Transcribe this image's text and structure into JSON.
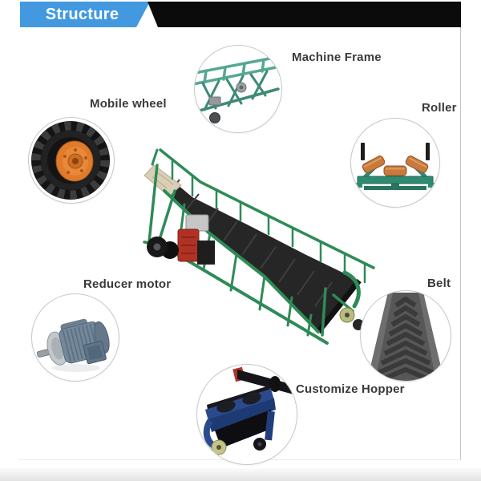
{
  "header": {
    "title": "Structure"
  },
  "callouts": [
    {
      "id": "machine-frame",
      "label": "Machine Frame",
      "position": "top-center"
    },
    {
      "id": "mobile-wheel",
      "label": "Mobile wheel",
      "position": "left-top"
    },
    {
      "id": "roller",
      "label": "Roller",
      "position": "right-top"
    },
    {
      "id": "reducer-motor",
      "label": "Reducer motor",
      "position": "left-bottom"
    },
    {
      "id": "belt",
      "label": "Belt",
      "position": "right-bottom"
    },
    {
      "id": "customize-hopper",
      "label": "Customize Hopper",
      "position": "bottom-center"
    }
  ],
  "main_image": {
    "subject": "inclined mobile belt conveyor with green frame, black chevron belt, red drive motor and transport wheels"
  },
  "photos": {
    "machine_frame": "teal steel truss frame",
    "mobile_wheel": "black tire with orange rim",
    "roller": "trough idler set with three orange rollers on green bracket",
    "reducer_motor": "grey reducer electric motor",
    "belt": "black chevron rubber belt close-up",
    "customize_hopper": "blue hopper conveyor with caster wheels"
  },
  "colors": {
    "banner_blue": "#4299e0",
    "banner_black": "#0b0b0b",
    "title_text": "#ffffff",
    "label_text": "#3a3a3a",
    "circle_border": "#c8c8c8",
    "conveyor_green": "#2e8b57",
    "frame_teal": "#54a893",
    "hub_orange": "#df7b2a",
    "roller_orange": "#c7793e",
    "roller_green": "#2f8a72",
    "motor_grey": "#74889a",
    "belt_grey": "#575757",
    "hopper_blue": "#2a4a8c",
    "engine_red": "#b13224"
  }
}
